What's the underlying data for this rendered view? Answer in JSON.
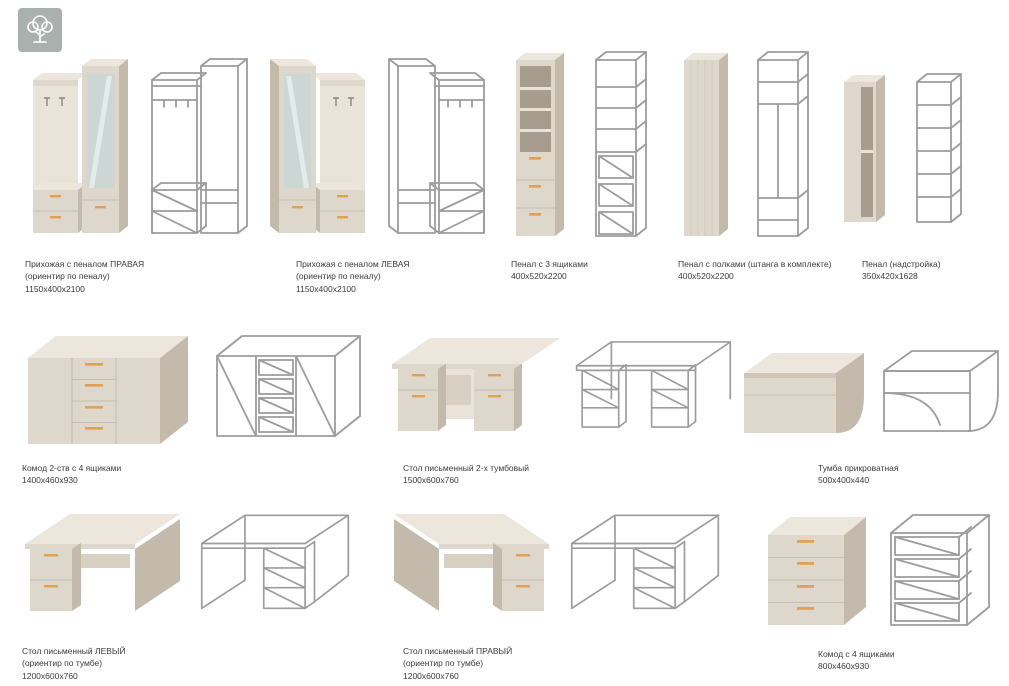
{
  "logo": {
    "name": "tree-logo"
  },
  "colors": {
    "body_front": "#ded7cb",
    "body_side": "#c3baab",
    "body_top": "#ece6dc",
    "accent_handle": "#dfa057",
    "wireframe": "#9c9c9c",
    "logo_bg": "#a9b0ae"
  },
  "products": [
    {
      "name": "Прихожая с пеналом ПРАВАЯ",
      "note": "(ориентир по пеналу)",
      "dims": "1150x400x2100"
    },
    {
      "name": "Прихожая с пеналом ЛЕВАЯ",
      "note": "(ориентир по пеналу)",
      "dims": "1150x400x2100"
    },
    {
      "name": "Пенал с 3 ящиками",
      "note": "",
      "dims": "400x520x2200"
    },
    {
      "name": "Пенал с полками (штанга в комплекте)",
      "note": "",
      "dims": "400x520x2200"
    },
    {
      "name": "Пенал (надстройка)",
      "note": "",
      "dims": "350x420x1628"
    },
    {
      "name": "Комод 2-ств с 4 ящиками",
      "note": "",
      "dims": "1400x460x930"
    },
    {
      "name": "Стол письменный 2-х тумбовый",
      "note": "",
      "dims": "1500x600x760"
    },
    {
      "name": "Тумба прикроватная",
      "note": "",
      "dims": "500x400x440"
    },
    {
      "name": "Стол письменный ЛЕВЫЙ",
      "note": "(ориентир по тумбе)",
      "dims": "1200x600x760"
    },
    {
      "name": "Стол письменный ПРАВЫЙ",
      "note": "(ориентир по тумбе)",
      "dims": "1200x600x760"
    },
    {
      "name": "Комод с 4 ящиками",
      "note": "",
      "dims": "800x460x930"
    }
  ]
}
